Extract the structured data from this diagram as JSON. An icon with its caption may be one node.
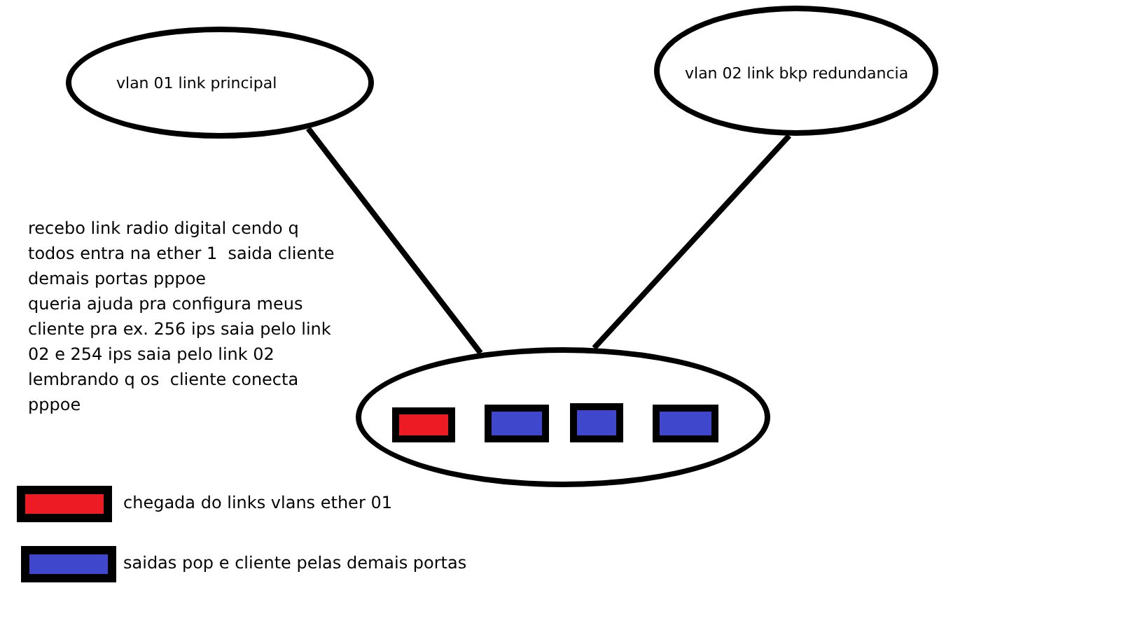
{
  "diagram": {
    "nodes": [
      {
        "text": [
          "vlan 01 link principal"
        ]
      },
      {
        "text": [
          "vlan 02 link bkp redundancia"
        ]
      },
      {
        "text": [],
        "shape": "circle"
      },
      {
        "text": [],
        "shape": "box",
        "in": 2
      },
      {
        "text": [],
        "shape": "box",
        "in": 2
      },
      {
        "text": [],
        "shape": "box",
        "in": 2
      },
      {
        "text": [],
        "shape": "box",
        "in": 2
      }
    ],
    "edges": [
      {
        "from": 0,
        "to": 2,
        "arrow": "none"
      },
      {
        "from": 1,
        "to": 2,
        "arrow": "none"
      }
    ],
    "labels": [
      "recebo link radio digital cendo q todos entra na ether 1  saida cliente demais portas pppoe",
      "queria ajuda pra configura meus cliente pra ex. 256 ips saia pelo link 02 e 254 ips saia pelo link 02 lembrando q os  cliente conecta pppoe"
    ],
    "legend": [
      {
        "text": "chegada do links vlans ether 01",
        "color": "#ed1c24"
      },
      {
        "text": "saidas pop e cliente pelas demais portas",
        "color": "#3f48cc"
      }
    ]
  }
}
